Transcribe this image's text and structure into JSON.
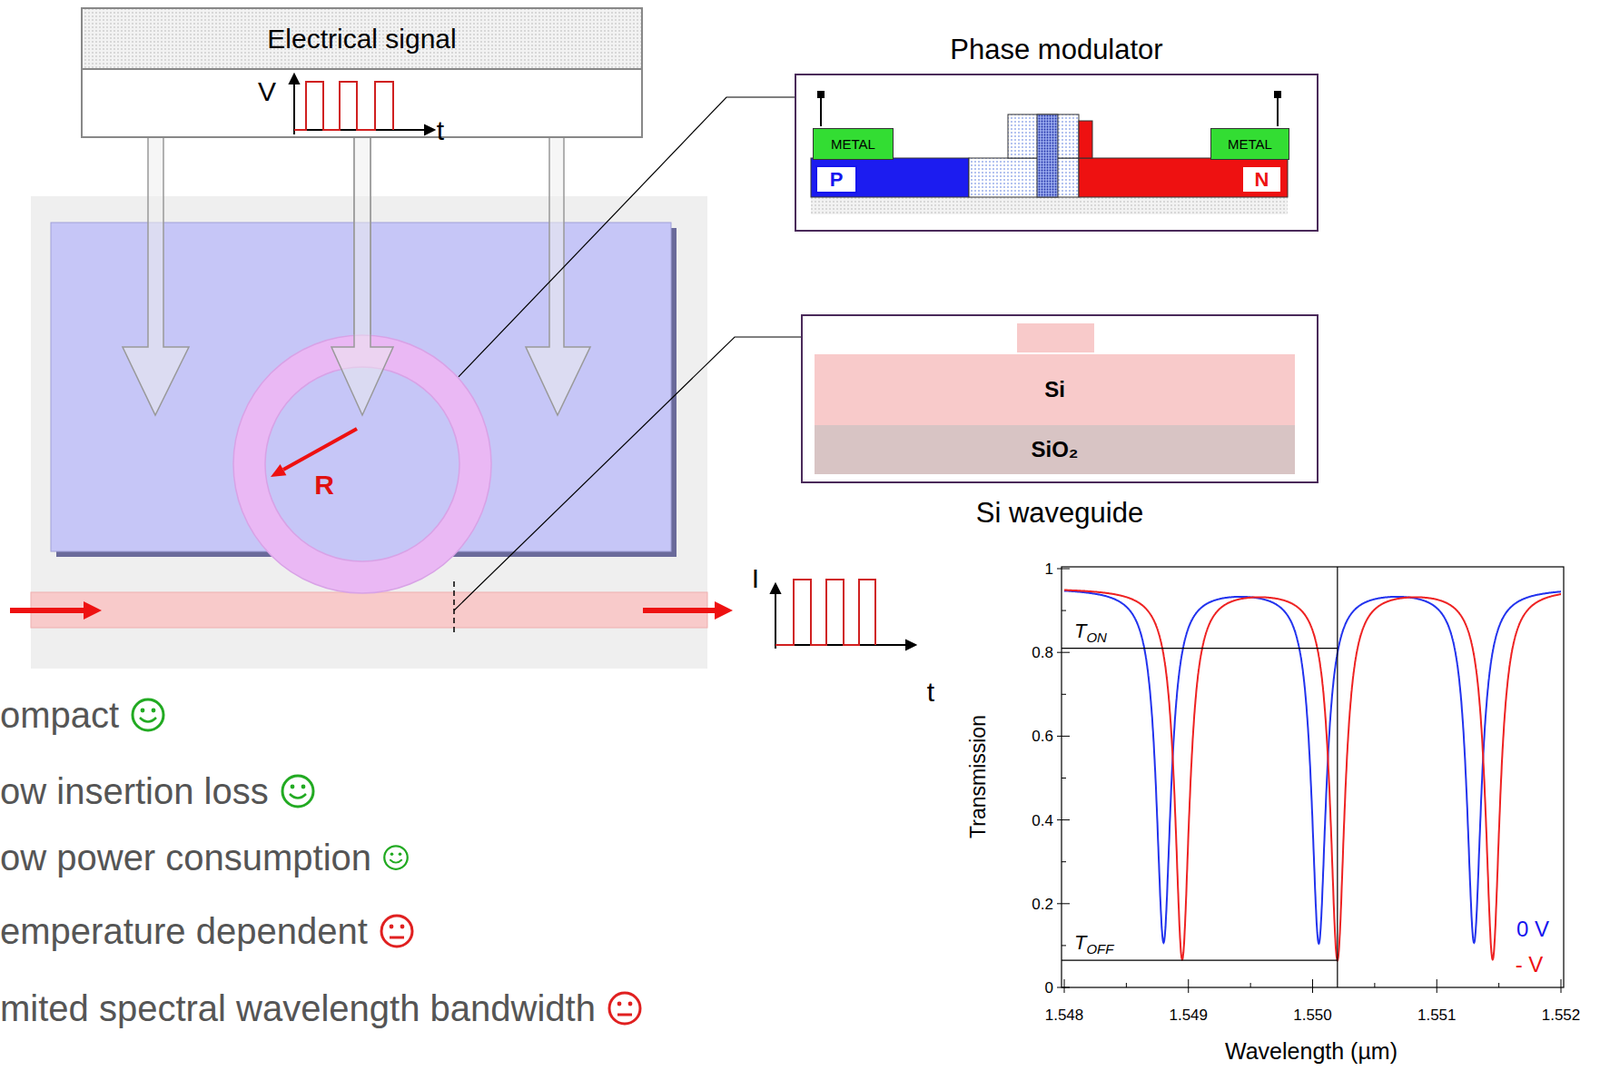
{
  "diagram": {
    "nodes": [
      {
        "text": [
          "Electrical signal"
        ]
      },
      {
        "text": [
          "R"
        ]
      },
      {
        "text": [
          "Phase modulator"
        ]
      },
      {
        "text": [
          "METAL"
        ],
        "in": 2
      },
      {
        "text": [
          "P"
        ],
        "in": 2
      },
      {
        "text": [
          "METAL"
        ],
        "in": 2
      },
      {
        "text": [
          "N"
        ],
        "in": 2
      },
      {
        "text": [
          "Si waveguide"
        ]
      },
      {
        "text": [
          "Si"
        ],
        "in": 7
      },
      {
        "text": [
          "SiO₂"
        ],
        "in": 7
      }
    ],
    "edges": [
      {
        "from": 1,
        "to": 2,
        "arrow": "none"
      }
    ],
    "labels": [
      "V",
      "t",
      "I",
      "t",
      "ompact",
      "ow insertion loss",
      "ow power consumption",
      "emperature dependent",
      "mited spectral wavelength bandwidth",
      "Transmission",
      "Wavelength (µm)",
      "1",
      "0.8",
      "0.6",
      "0.4",
      "0.2",
      "0",
      "1.548",
      "1.549",
      "1.550",
      "1.551",
      "1.552",
      "TON",
      "TOFF",
      "0 V",
      "- V"
    ]
  }
}
